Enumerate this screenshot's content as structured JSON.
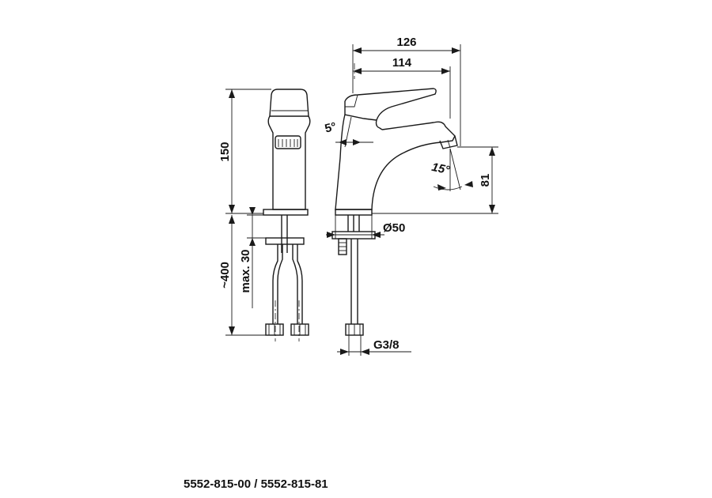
{
  "dimensions": {
    "width_overall": "126",
    "width_spout": "114",
    "height_body": "150",
    "hose_length": "~400",
    "thickness_max": "max. 30",
    "angle_handle": "5°",
    "angle_spout": "15°",
    "spout_height": "81",
    "base_diameter": "Ø50",
    "connection_thread": "G3/8"
  },
  "model_code": "5552-815-00 / 5552-815-81"
}
